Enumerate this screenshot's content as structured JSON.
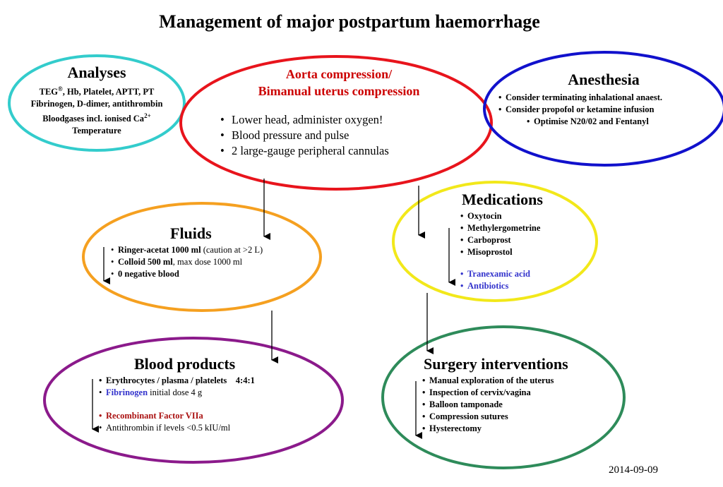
{
  "title": "Management of major postpartum haemorrhage",
  "date": "2014-09-09",
  "colors": {
    "analyses": "#33cccc",
    "aorta": "#e8141c",
    "anesthesia": "#1111cc",
    "medications": "#f2e81a",
    "fluids": "#f5a020",
    "blood": "#8b1a8b",
    "surgery": "#2e8b5a",
    "blue_text": "#3333cc",
    "red_text": "#cc0000"
  },
  "analyses": {
    "heading": "Analyses",
    "line1": "TEG",
    "line1_reg": "®",
    "line1_rest": ", Hb, Platelet, APTT, PT",
    "line2": "Fibrinogen, D-dimer, antithrombin",
    "line3": "Bloodgases incl. ionised Ca",
    "line3_sup": "2+",
    "line4": "Temperature"
  },
  "aorta": {
    "heading_line1": "Aorta compression/",
    "heading_line2": "Bimanual uterus compression",
    "items": [
      "Lower head, administer oxygen!",
      "Blood pressure and pulse",
      "2 large-gauge peripheral cannulas"
    ]
  },
  "anesthesia": {
    "heading": "Anesthesia",
    "items": [
      "Consider terminating inhalational anaest.",
      "Consider propofol or ketamine infusion",
      "Optimise N20/02 and Fentanyl"
    ]
  },
  "medications": {
    "heading": "Medications",
    "items": [
      "Oxytocin",
      "Methylergometrine",
      "Carboprost",
      "Misoprostol"
    ],
    "items_blue": [
      "Tranexamic acid",
      "Antibiotics"
    ]
  },
  "fluids": {
    "heading": "Fluids",
    "item1_bold": "Ringer-acetat 1000 ml",
    "item1_rest": " (caution at >2 L)",
    "item2_bold": "Colloid 500 ml",
    "item2_rest": ", max dose 1000 ml",
    "item3_bold": "0 negative blood"
  },
  "blood": {
    "heading": "Blood products",
    "item1": "Erythrocytes / plasma / platelets    4:4:1",
    "item2_blue": "Fibrinogen",
    "item2_rest": " initial dose 4 g",
    "item3_red": "Recombinant Factor VIIa",
    "item4": "Antithrombin if levels <0.5 kIU/ml"
  },
  "surgery": {
    "heading": "Surgery interventions",
    "items": [
      "Manual exploration of the uterus",
      "Inspection of cervix/vagina",
      "Balloon tamponade",
      "Compression sutures",
      "Hysterectomy"
    ]
  },
  "bullet": "•"
}
